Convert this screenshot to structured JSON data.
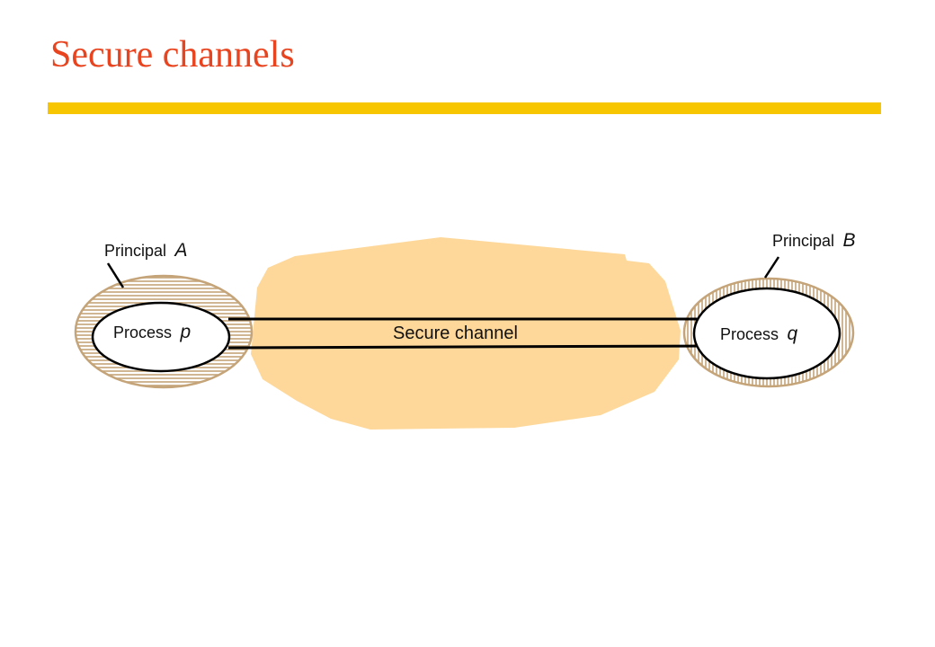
{
  "slide": {
    "title": "Secure channels",
    "title_color": "#e8441f",
    "accent_bar_color": "#f7c600"
  },
  "diagram": {
    "principal_a": {
      "label": "Principal",
      "symbol": "A"
    },
    "principal_b": {
      "label": "Principal",
      "symbol": "B"
    },
    "process_p": {
      "label": "Process",
      "symbol": "p"
    },
    "process_q": {
      "label": "Process",
      "symbol": "q"
    },
    "channel": {
      "label": "Secure channel"
    },
    "colors": {
      "network_cloud": "#fed89a",
      "principal_ring": "#c4a478",
      "process_fill": "#ffffff",
      "outline": "#000000"
    }
  }
}
